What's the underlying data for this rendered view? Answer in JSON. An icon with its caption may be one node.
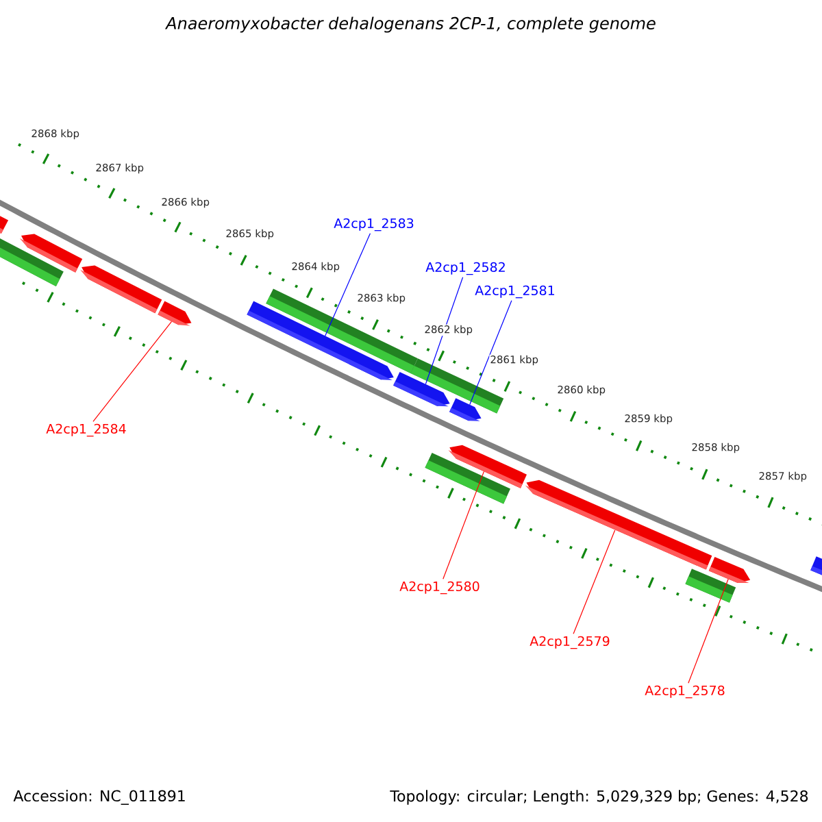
{
  "diagram": {
    "title": "Anaeromyxobacter dehalogenans 2CP-1, complete genome",
    "nodes": [
      {
        "text": [
          "A2cp1_2583"
        ]
      },
      {
        "text": [
          "A2cp1_2582"
        ]
      },
      {
        "text": [
          "A2cp1_2581"
        ]
      },
      {
        "text": [
          "A2cp1_2584"
        ]
      },
      {
        "text": [
          "A2cp1_2580"
        ]
      },
      {
        "text": [
          "A2cp1_2579"
        ]
      },
      {
        "text": [
          "A2cp1_2578"
        ]
      },
      {
        "text": [],
        "shape": "bar"
      },
      {
        "text": [],
        "shape": "bar"
      },
      {
        "text": [],
        "shape": "bar"
      },
      {
        "text": [],
        "shape": "bar"
      },
      {
        "text": [],
        "shape": "bar"
      },
      {
        "text": [],
        "shape": "bar"
      },
      {
        "text": [],
        "shape": "bar"
      },
      {
        "text": [],
        "shape": "bar"
      },
      {
        "text": [],
        "shape": "bar"
      },
      {
        "text": [],
        "shape": "bar"
      },
      {
        "text": [],
        "shape": "bar"
      },
      {
        "text": [],
        "shape": "bar"
      },
      {
        "text": [],
        "shape": "bar"
      },
      {
        "text": [],
        "shape": "bar"
      },
      {
        "text": [],
        "shape": "bar"
      },
      {
        "text": [],
        "shape": "bar"
      }
    ],
    "edges": [
      {
        "from": 0,
        "to": 12,
        "arrow": "none",
        "color": "#0000ff"
      },
      {
        "from": 1,
        "to": 14,
        "arrow": "none",
        "color": "#0000ff"
      },
      {
        "from": 2,
        "to": 16,
        "arrow": "none",
        "color": "#0000ff"
      },
      {
        "from": 3,
        "to": 11,
        "arrow": "none"
      },
      {
        "from": 4,
        "to": 18,
        "arrow": "none"
      },
      {
        "from": 5,
        "to": 19,
        "arrow": "none"
      },
      {
        "from": 6,
        "to": 21,
        "arrow": "none"
      }
    ],
    "labels": [
      "2868 kbp",
      "2867 kbp",
      "2866 kbp",
      "2865 kbp",
      "2864 kbp",
      "2863 kbp",
      "2862 kbp",
      "2861 kbp",
      "2860 kbp",
      "2859 kbp",
      "2858 kbp",
      "2857 kbp",
      "Accession: NC_011891",
      "Topology: circular; Length: 5,029,329 bp; Genes: 4,528"
    ]
  }
}
